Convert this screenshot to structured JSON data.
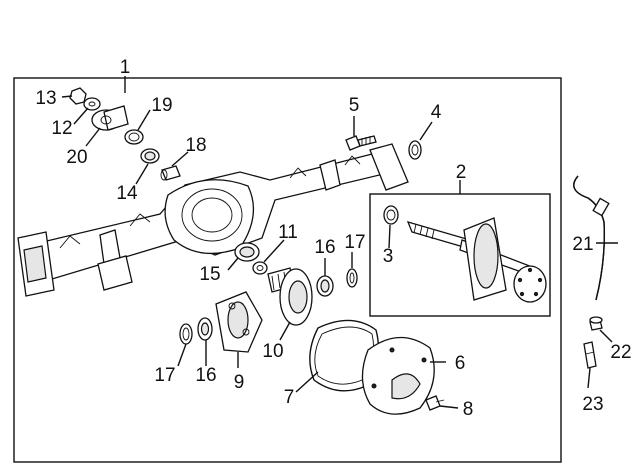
{
  "callouts": {
    "c1": "1",
    "c2": "2",
    "c3": "3",
    "c4": "4",
    "c5": "5",
    "c6": "6",
    "c7": "7",
    "c8": "8",
    "c9": "9",
    "c10": "10",
    "c11": "11",
    "c12": "12",
    "c13": "13",
    "c14": "14",
    "c15": "15",
    "c16a": "16",
    "c16b": "16",
    "c17a": "17",
    "c17b": "17",
    "c18": "18",
    "c19": "19",
    "c20": "20",
    "c21": "21",
    "c22": "22",
    "c23": "23"
  }
}
